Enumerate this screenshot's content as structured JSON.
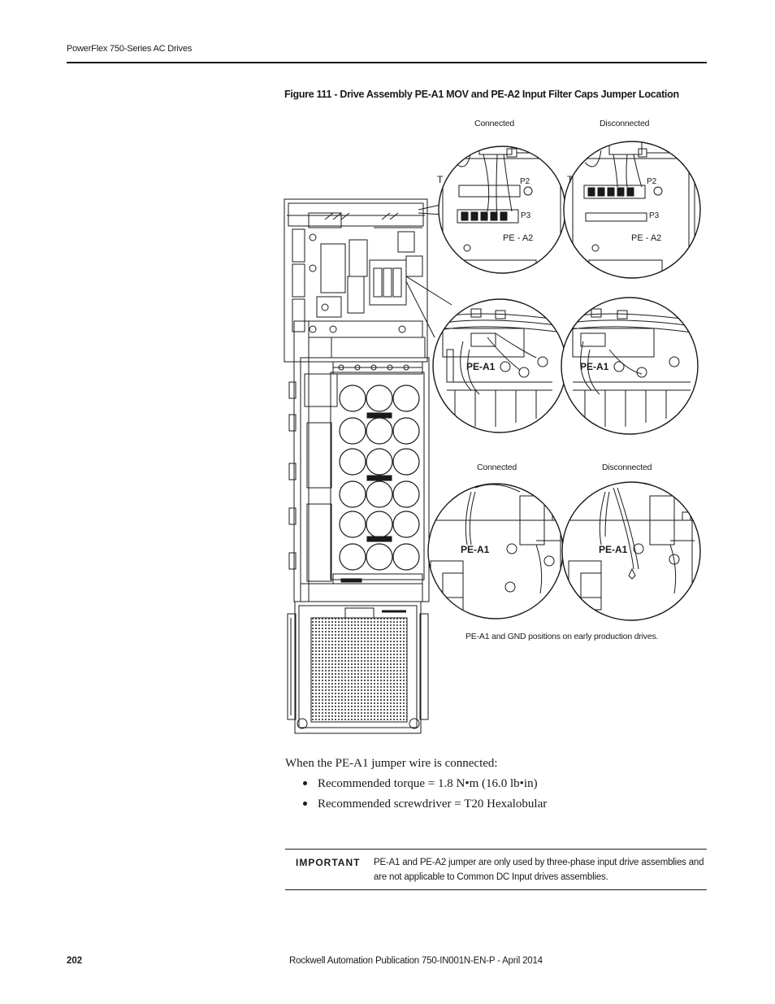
{
  "header": {
    "title": "PowerFlex 750-Series AC Drives"
  },
  "figure": {
    "caption": "Figure 111 - Drive Assembly PE-A1 MOV and PE-A2 Input Filter Caps Jumper Location",
    "top_labels": {
      "connected": "Connected",
      "disconnected": "Disconnected"
    },
    "bottom_labels": {
      "connected": "Connected",
      "disconnected": "Disconnected"
    },
    "circle_text": {
      "p2": "P2",
      "p3": "P3",
      "pe_a2": "PE - A2",
      "pe_a1": "PE-A1"
    },
    "bottom_note": "PE-A1 and GND positions on early production drives."
  },
  "body": {
    "intro": "When the PE-A1 jumper wire is connected:",
    "bullets": [
      "Recommended torque = 1.8 N•m (16.0 lb•in)",
      "Recommended screwdriver = T20 Hexalobular"
    ]
  },
  "important": {
    "label": "IMPORTANT",
    "text": "PE-A1 and PE-A2 jumper are only used by three-phase input drive assemblies and are not applicable to Common DC Input drives assemblies."
  },
  "footer": {
    "page_number": "202",
    "publication": "Rockwell Automation Publication 750-IN001N-EN-P - April 2014"
  }
}
